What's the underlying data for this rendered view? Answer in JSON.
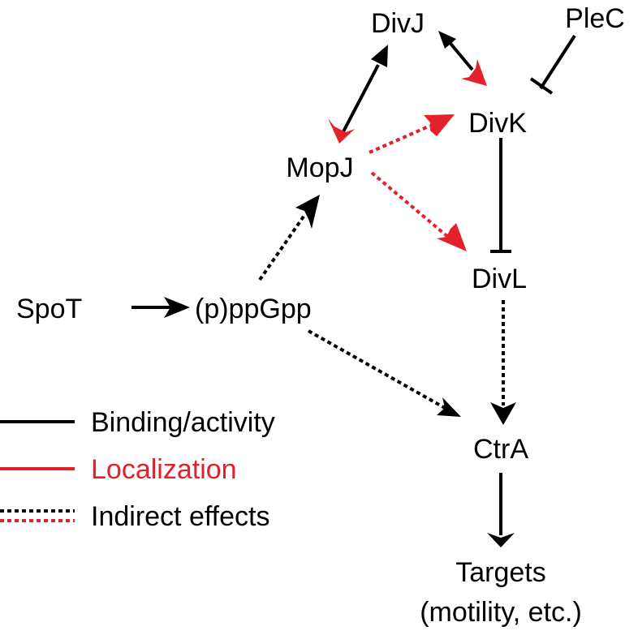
{
  "colors": {
    "black": "#000000",
    "red": "#e3212b",
    "background": "#ffffff"
  },
  "nodes": {
    "divj": "DivJ",
    "plec": "PleC",
    "divk": "DivK",
    "mopj": "MopJ",
    "divl": "DivL",
    "spot": "SpoT",
    "ppgpp": "(p)ppGpp",
    "ctra": "CtrA",
    "targets_line1": "Targets",
    "targets_line2": "(motility, etc.)"
  },
  "legend": {
    "binding": "Binding/activity",
    "localization": "Localization",
    "indirect": "Indirect effects"
  },
  "edges": [
    {
      "from": "MopJ",
      "to": "DivJ",
      "style": "solid",
      "color": "black",
      "head": "arrow"
    },
    {
      "from": "DivJ",
      "to": "MopJ",
      "style": "solid",
      "color": "red",
      "head": "arrow"
    },
    {
      "from": "DivK",
      "to": "DivJ",
      "style": "solid",
      "color": "black",
      "head": "arrow"
    },
    {
      "from": "DivJ",
      "to": "DivK",
      "style": "solid",
      "color": "red",
      "head": "arrow"
    },
    {
      "from": "PleC",
      "to": "DivK",
      "style": "solid",
      "color": "black",
      "head": "inhibit"
    },
    {
      "from": "MopJ",
      "to": "DivK",
      "style": "dashed",
      "color": "red",
      "head": "arrow"
    },
    {
      "from": "MopJ",
      "to": "DivL",
      "style": "dashed",
      "color": "red",
      "head": "arrow"
    },
    {
      "from": "DivK",
      "to": "DivL",
      "style": "solid",
      "color": "black",
      "head": "inhibit"
    },
    {
      "from": "SpoT",
      "to": "(p)ppGpp",
      "style": "solid",
      "color": "black",
      "head": "arrow"
    },
    {
      "from": "(p)ppGpp",
      "to": "MopJ",
      "style": "dashed",
      "color": "black",
      "head": "arrow"
    },
    {
      "from": "(p)ppGpp",
      "to": "CtrA",
      "style": "dashed",
      "color": "black",
      "head": "arrow"
    },
    {
      "from": "DivL",
      "to": "CtrA",
      "style": "dashed",
      "color": "black",
      "head": "arrow"
    },
    {
      "from": "CtrA",
      "to": "Targets",
      "style": "solid",
      "color": "black",
      "head": "arrow"
    }
  ]
}
